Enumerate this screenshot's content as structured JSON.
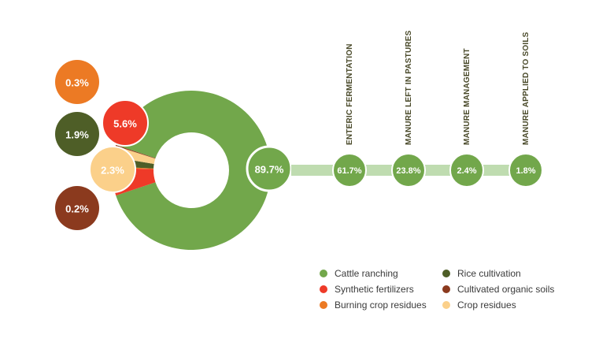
{
  "chart_data": {
    "type": "pie",
    "variant": "donut",
    "title": "",
    "slices": [
      {
        "key": "cattle",
        "name": "Cattle ranching",
        "value": 89.7,
        "label": "89.7%",
        "color": "#72a74b"
      },
      {
        "key": "fertilizers",
        "name": "Synthetic fertilizers",
        "value": 5.6,
        "label": "5.6%",
        "color": "#ee3a28"
      },
      {
        "key": "burning",
        "name": "Burning crop residues",
        "value": 0.3,
        "label": "0.3%",
        "color": "#ec7a24"
      },
      {
        "key": "rice",
        "name": "Rice cultivation",
        "value": 1.9,
        "label": "1.9%",
        "color": "#4e5e27"
      },
      {
        "key": "residues",
        "name": "Crop residues",
        "value": 2.3,
        "label": "2.3%",
        "color": "#fbd08a"
      },
      {
        "key": "organic",
        "name": "Cultivated organic soils",
        "value": 0.2,
        "label": "0.2%",
        "color": "#8b3a1e"
      }
    ],
    "breakdown": {
      "parent": "Cattle ranching",
      "items": [
        {
          "name": "Enteric fermentation",
          "value": 61.7,
          "label": "61.7%"
        },
        {
          "name": "Manure left in pastures",
          "value": 23.8,
          "label": "23.8%"
        },
        {
          "name": "Manure management",
          "value": 2.4,
          "label": "2.4%"
        },
        {
          "name": "Manure applied to soils",
          "value": 1.8,
          "label": "1.8%"
        }
      ]
    },
    "legend": {
      "placement": "bottom-right",
      "order": [
        "cattle",
        "rice",
        "fertilizers",
        "organic",
        "burning",
        "residues"
      ]
    }
  },
  "colors": {
    "connector": "#bfdcb0",
    "ring_stroke": "#ffffff"
  }
}
